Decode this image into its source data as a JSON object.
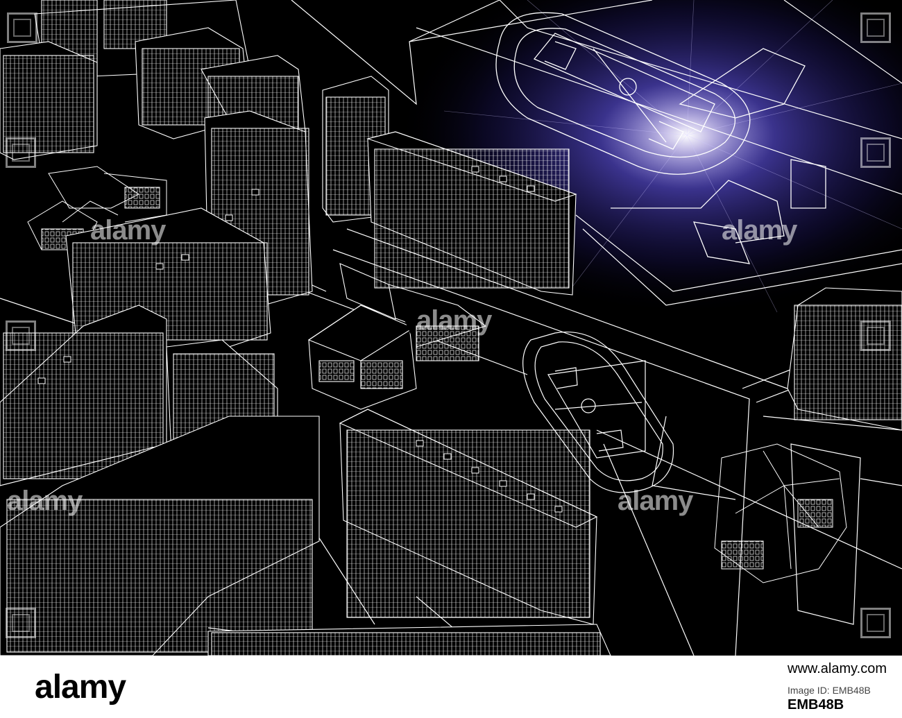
{
  "image": {
    "subject": "white wireframe city blueprint on black: residential towers, schools, two stadium running tracks with football pitches",
    "accent_glow_color": "#6a5cff",
    "line_color": "#ffffff",
    "background_color": "#000000"
  },
  "watermark": {
    "text": "alamy"
  },
  "footer": {
    "brand": "alamy",
    "url": "www.alamy.com",
    "image_id_label": "Image ID: EMB48B",
    "image_id": "EMB48B"
  }
}
